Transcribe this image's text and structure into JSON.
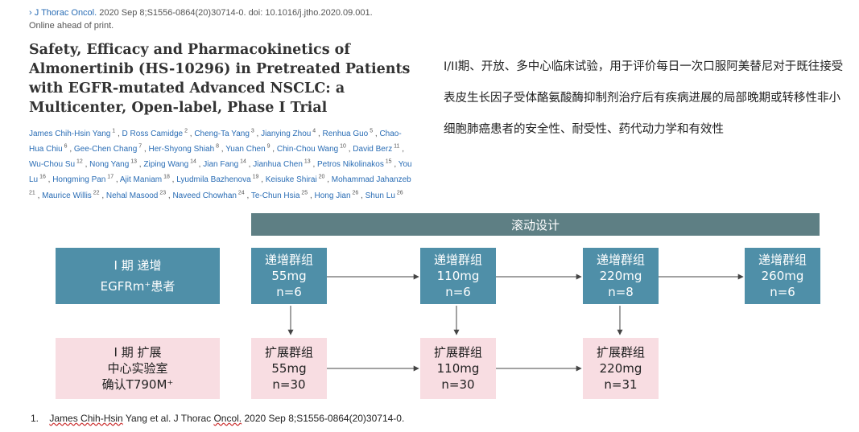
{
  "citation": {
    "journal_prefix": "›",
    "journal": "J Thorac Oncol.",
    "details": "2020 Sep 8;S1556-0864(20)30714-0. doi: 10.1016/j.jtho.2020.09.001.",
    "status": "Online ahead of print."
  },
  "article": {
    "title": "Safety, Efficacy and Pharmacokinetics of Almonertinib (HS-10296) in Pretreated Patients with EGFR-mutated Advanced NSCLC: a Multicenter, Open-label, Phase I Trial",
    "authors": [
      {
        "name": "James Chih-Hsin Yang",
        "aff": "1"
      },
      {
        "name": "D Ross Camidge",
        "aff": "2"
      },
      {
        "name": "Cheng-Ta Yang",
        "aff": "3"
      },
      {
        "name": "Jianying Zhou",
        "aff": "4"
      },
      {
        "name": "Renhua Guo",
        "aff": "5"
      },
      {
        "name": "Chao-Hua Chiu",
        "aff": "6"
      },
      {
        "name": "Gee-Chen Chang",
        "aff": "7"
      },
      {
        "name": "Her-Shyong Shiah",
        "aff": "8"
      },
      {
        "name": "Yuan Chen",
        "aff": "9"
      },
      {
        "name": "Chin-Chou Wang",
        "aff": "10"
      },
      {
        "name": "David Berz",
        "aff": "11"
      },
      {
        "name": "Wu-Chou Su",
        "aff": "12"
      },
      {
        "name": "Nong Yang",
        "aff": "13"
      },
      {
        "name": "Ziping Wang",
        "aff": "14"
      },
      {
        "name": "Jian Fang",
        "aff": "14"
      },
      {
        "name": "Jianhua Chen",
        "aff": "13"
      },
      {
        "name": "Petros Nikolinakos",
        "aff": "15"
      },
      {
        "name": "You Lu",
        "aff": "16"
      },
      {
        "name": "Hongming Pan",
        "aff": "17"
      },
      {
        "name": "Ajit Maniam",
        "aff": "18"
      },
      {
        "name": "Lyudmila Bazhenova",
        "aff": "19"
      },
      {
        "name": "Keisuke Shirai",
        "aff": "20"
      },
      {
        "name": "Mohammad Jahanzeb",
        "aff": "21"
      },
      {
        "name": "Maurice Willis",
        "aff": "22"
      },
      {
        "name": "Nehal Masood",
        "aff": "23"
      },
      {
        "name": "Naveed Chowhan",
        "aff": "24"
      },
      {
        "name": "Te-Chun Hsia",
        "aff": "25"
      },
      {
        "name": "Hong Jian",
        "aff": "26"
      },
      {
        "name": "Shun Lu",
        "aff": "26"
      }
    ]
  },
  "description": "I/II期、开放、多中心临床试验，用于评价每日一次口服阿美替尼对于既往接受表皮生长因子受体酪氨酸酶抑制剂治疗后有疾病进展的局部晚期或转移性非小细胞肺癌患者的安全性、耐受性、药代动力学和有效性",
  "diagram": {
    "banner": "滚动设计",
    "escalation_label": {
      "line1": "I 期 递增",
      "line2": "EGFRm⁺患者"
    },
    "expansion_label": {
      "line1": "I 期  扩展",
      "line2": "中心实验室",
      "line3": "确认T790M⁺"
    },
    "escalation_cohorts": [
      {
        "name": "递增群组",
        "dose": "55mg",
        "n": "n=6"
      },
      {
        "name": "递增群组",
        "dose": "110mg",
        "n": "n=6"
      },
      {
        "name": "递增群组",
        "dose": "220mg",
        "n": "n=8"
      },
      {
        "name": "递增群组",
        "dose": "260mg",
        "n": "n=6"
      }
    ],
    "expansion_cohorts": [
      {
        "name": "扩展群组",
        "dose": "55mg",
        "n": "n=30"
      },
      {
        "name": "扩展群组",
        "dose": "110mg",
        "n": "n=30"
      },
      {
        "name": "扩展群组",
        "dose": "220mg",
        "n": "n=31"
      }
    ],
    "colors": {
      "banner": "#5e7f84",
      "escalation": "#4f8fa8",
      "expansion": "#f8dde2",
      "arrow": "#444444"
    }
  },
  "reference": {
    "number": "1.",
    "author": "James Chih-Hsin",
    "rest_before_oncol": " Yang et al. J Thorac ",
    "oncol": "Oncol.",
    "rest": " 2020 Sep 8;S1556-0864(20)30714-0."
  }
}
